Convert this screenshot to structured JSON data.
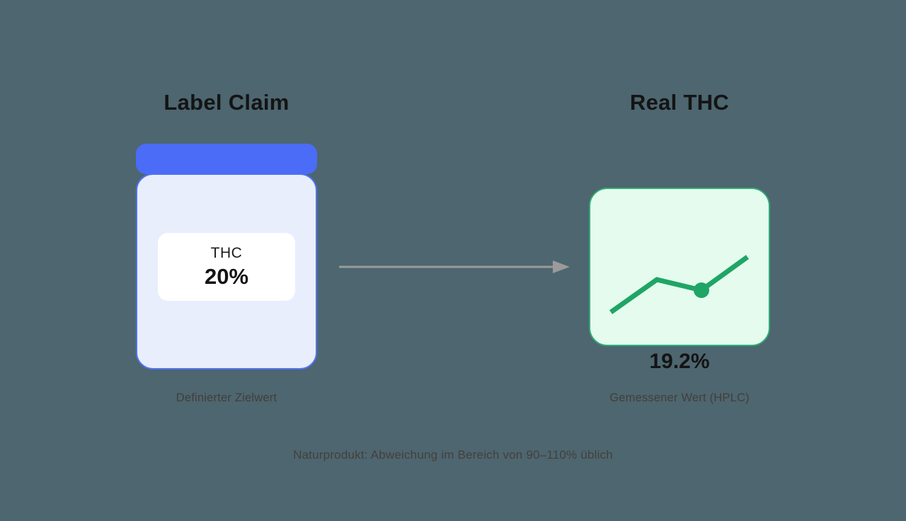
{
  "page": {
    "background_color": "#4d6670"
  },
  "left": {
    "title": "Label Claim",
    "caption": "Definierter Zielwert",
    "jar": {
      "lid_color": "#4a6cf6",
      "body_color": "#e8eefc",
      "border_color": "#5173ef",
      "label": {
        "substance": "THC",
        "value": "20%"
      }
    }
  },
  "arrow": {
    "color": "#9b9b9b",
    "direction": "right"
  },
  "right": {
    "title": "Real THC",
    "measured_value": "19.2%",
    "caption": "Gemessener Wert (HPLC)",
    "chart": {
      "type": "sparkline",
      "fill_color": "#e4fbee",
      "border_color": "#2faa74",
      "line_color": "#1fa565"
    }
  },
  "footer": {
    "note": "Naturprodukt: Abweichung im Bereich von 90–110% üblich"
  }
}
